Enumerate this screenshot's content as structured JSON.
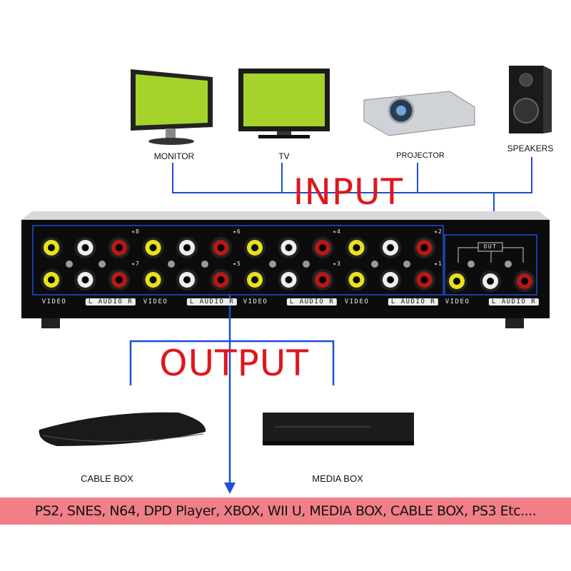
{
  "devices_in": [
    {
      "label": "MONITOR",
      "icon": "monitor-icon"
    },
    {
      "label": "TV",
      "icon": "tv-icon"
    },
    {
      "label": "PROJECTOR",
      "icon": "projector-icon"
    },
    {
      "label": "SPEAKERS",
      "icon": "speaker-icon"
    }
  ],
  "input_title": "INPUT",
  "output_title": "OUTPUT",
  "devices_out": [
    {
      "label": "CABLE BOX",
      "icon": "cable-box-icon"
    },
    {
      "label": "MEDIA BOX",
      "icon": "media-box-icon"
    }
  ],
  "switch_panel": {
    "port_numbers": [
      "8",
      "6",
      "4",
      "2",
      "7",
      "5",
      "3",
      "1"
    ],
    "video_label": "VIDEO",
    "audio_label": "L AUDIO R",
    "out_label": "OUT"
  },
  "compatible_list": "PS2,  SNES,  N64,  DPD Player,   XBOX,  WII U, MEDIA BOX,  CABLE BOX,  PS3 Etc....",
  "colors": {
    "title_red": "#e0161e",
    "line_blue": "#1a4fd6",
    "band_pink": "#f17f88"
  }
}
